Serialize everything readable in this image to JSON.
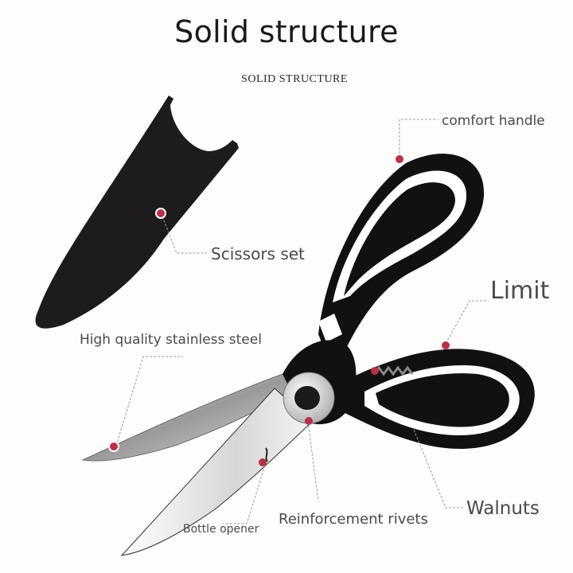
{
  "header": {
    "title": "Solid structure",
    "subtitle": "SOLID STRUCTURE"
  },
  "callouts": [
    {
      "id": "comfort-handle",
      "label": "comfort handle"
    },
    {
      "id": "scissors-set",
      "label": "Scissors set"
    },
    {
      "id": "limit",
      "label": "Limit"
    },
    {
      "id": "stainless-steel",
      "label": "High quality stainless steel"
    },
    {
      "id": "bottle-opener",
      "label": "Bottle opener"
    },
    {
      "id": "reinforcement-rivets",
      "label": "Reinforcement rivets"
    },
    {
      "id": "walnuts",
      "label": "Walnuts"
    }
  ],
  "colors": {
    "marker": "#b8304a",
    "handle": "#111111",
    "sheath": "#1e1b1c",
    "blade": "#c9c9c9",
    "leader": "#9a9a9a"
  }
}
